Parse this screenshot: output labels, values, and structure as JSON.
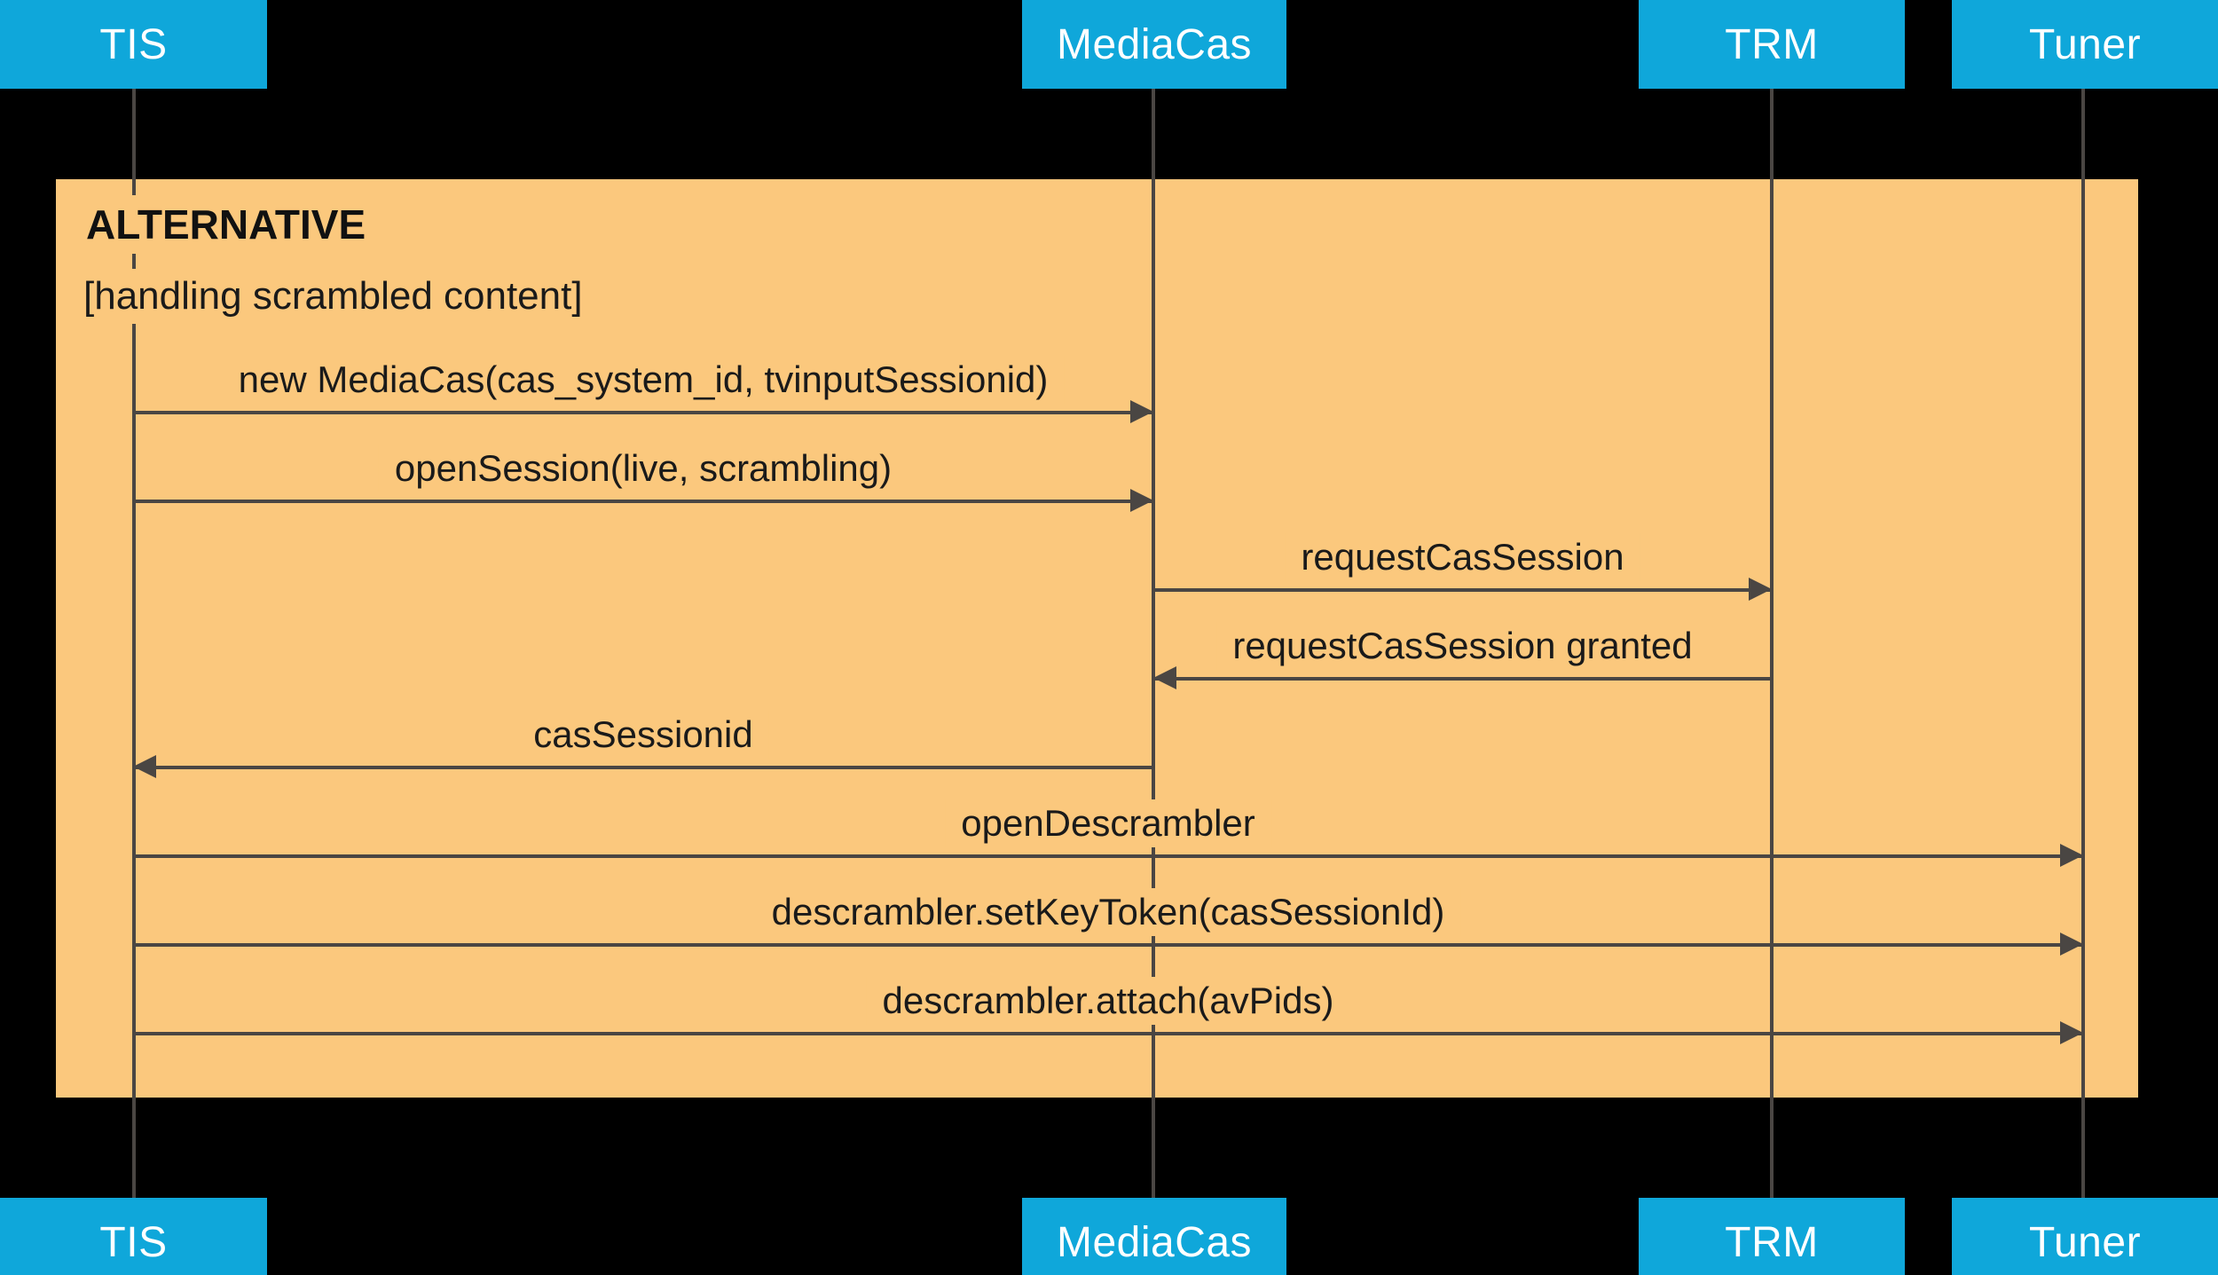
{
  "diagram_type": "uml-sequence-diagram",
  "colors": {
    "background": "#000000",
    "actor_fill": "#0FA7DA",
    "actor_text": "#FFFFFF",
    "frame_fill": "#FBC87D",
    "line": "#4A4643",
    "label_text": "#1A1A1A"
  },
  "actors": [
    {
      "id": "tis",
      "label": "TIS"
    },
    {
      "id": "mediacas",
      "label": "MediaCas"
    },
    {
      "id": "trm",
      "label": "TRM"
    },
    {
      "id": "tuner",
      "label": "Tuner"
    }
  ],
  "frame": {
    "label": "ALTERNATIVE",
    "condition": "[handling scrambled content]"
  },
  "messages": [
    {
      "label": "new MediaCas(cas_system_id, tvinputSessionid)",
      "from": "TIS",
      "to": "MediaCas",
      "direction": "right"
    },
    {
      "label": "openSession(live, scrambling)",
      "from": "TIS",
      "to": "MediaCas",
      "direction": "right"
    },
    {
      "label": "requestCasSession",
      "from": "MediaCas",
      "to": "TRM",
      "direction": "right"
    },
    {
      "label": "requestCasSession granted",
      "from": "TRM",
      "to": "MediaCas",
      "direction": "left"
    },
    {
      "label": "casSessionid",
      "from": "MediaCas",
      "to": "TIS",
      "direction": "left"
    },
    {
      "label": "openDescrambler",
      "from": "TIS",
      "to": "Tuner",
      "direction": "right"
    },
    {
      "label": "descrambler.setKeyToken(casSessionId)",
      "from": "TIS",
      "to": "Tuner",
      "direction": "right"
    },
    {
      "label": "descrambler.attach(avPids)",
      "from": "TIS",
      "to": "Tuner",
      "direction": "right"
    }
  ]
}
